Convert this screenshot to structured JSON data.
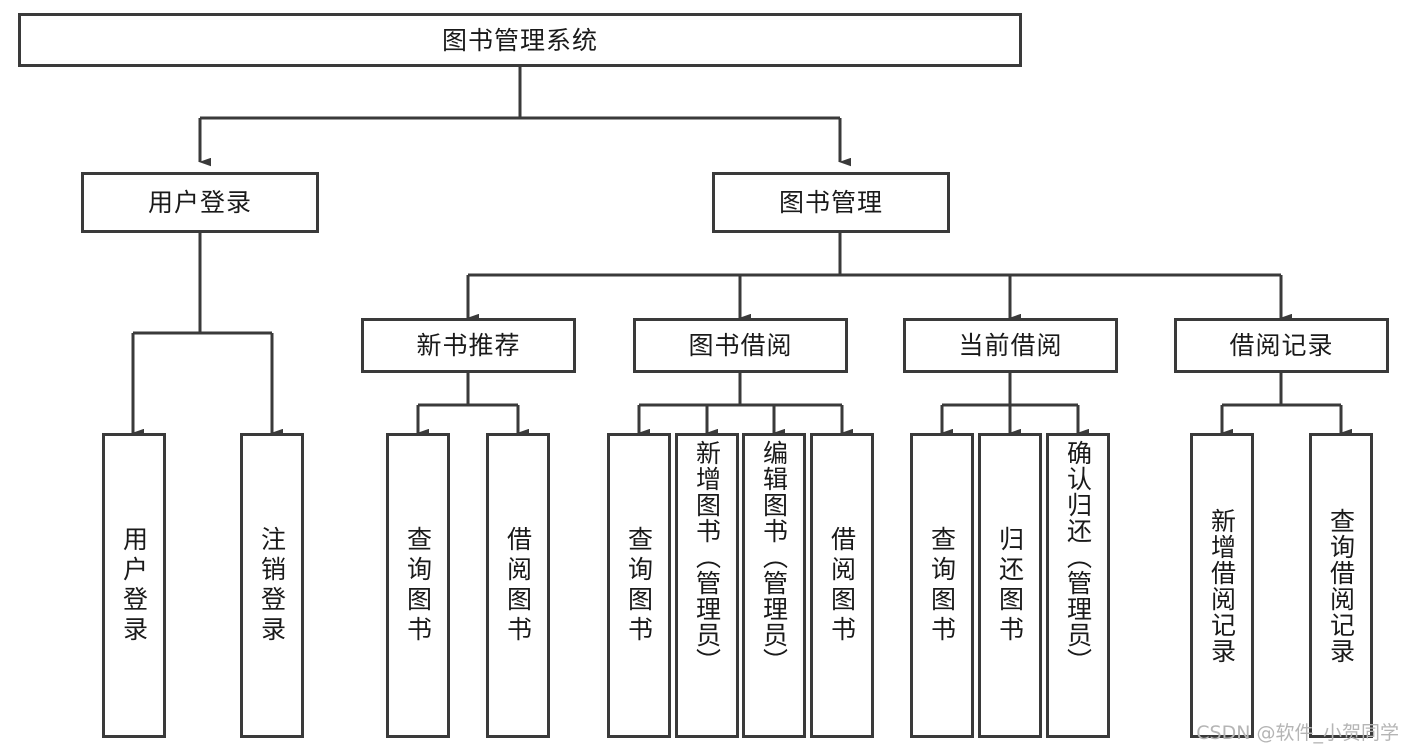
{
  "diagram": {
    "type": "tree-hierarchy",
    "title": "图书管理系统",
    "watermark": "CSDN @软件_小贺同学",
    "colors": {
      "stroke": "#3a3a3a",
      "fill": "#ffffff",
      "text": "#1a1a1a",
      "watermark": "#b5b5b5"
    },
    "nodes": {
      "root": {
        "label": "图书管理系统",
        "level": 0
      },
      "l1": [
        {
          "id": "user-login",
          "label": "用户登录",
          "level": 1
        },
        {
          "id": "book-manage",
          "label": "图书管理",
          "level": 1
        }
      ],
      "l2": [
        {
          "id": "new-book-rec",
          "label": "新书推荐",
          "level": 2
        },
        {
          "id": "book-borrow",
          "label": "图书借阅",
          "level": 2
        },
        {
          "id": "current-borrow",
          "label": "当前借阅",
          "level": 2
        },
        {
          "id": "borrow-record",
          "label": "借阅记录",
          "level": 2
        }
      ],
      "leaves": [
        {
          "id": "leaf-user-login",
          "label": "用户登录",
          "parent": "user-login"
        },
        {
          "id": "leaf-logout-login",
          "label": "注销登录",
          "parent": "user-login"
        },
        {
          "id": "leaf-query-book-1",
          "label": "查询图书",
          "parent": "new-book-rec"
        },
        {
          "id": "leaf-borrow-book-1",
          "label": "借阅图书",
          "parent": "new-book-rec"
        },
        {
          "id": "leaf-query-book-2",
          "label": "查询图书",
          "parent": "book-borrow"
        },
        {
          "id": "leaf-add-book",
          "label": "新增图书（管理员）",
          "parent": "book-borrow"
        },
        {
          "id": "leaf-edit-book",
          "label": "编辑图书（管理员）",
          "parent": "book-borrow"
        },
        {
          "id": "leaf-borrow-book-2",
          "label": "借阅图书",
          "parent": "book-borrow"
        },
        {
          "id": "leaf-query-book-3",
          "label": "查询图书",
          "parent": "current-borrow"
        },
        {
          "id": "leaf-return-book",
          "label": "归还图书",
          "parent": "current-borrow"
        },
        {
          "id": "leaf-confirm-return",
          "label": "确认归还（管理员）",
          "parent": "current-borrow"
        },
        {
          "id": "leaf-add-record",
          "label": "新增借阅记录",
          "parent": "borrow-record"
        },
        {
          "id": "leaf-query-record",
          "label": "查询借阅记录",
          "parent": "borrow-record"
        }
      ]
    }
  }
}
